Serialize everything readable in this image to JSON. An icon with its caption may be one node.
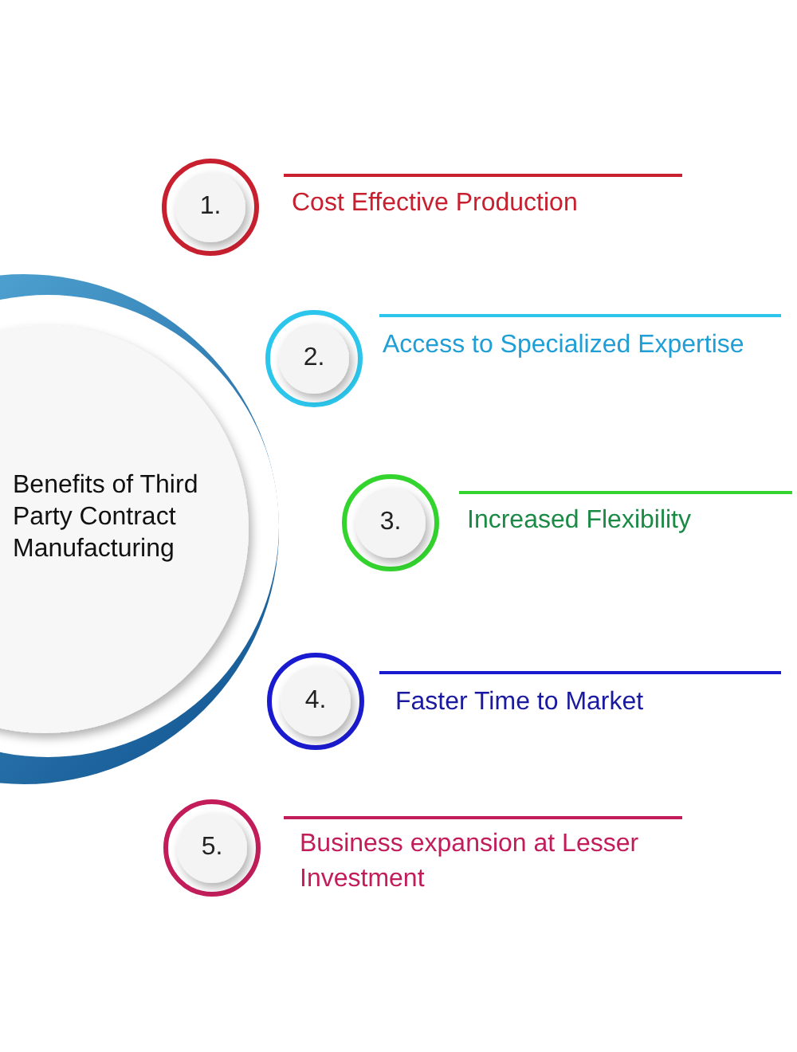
{
  "diagram": {
    "nodes": [
      {
        "text": [
          "Benefits of Third Party Contract Manufacturing"
        ]
      },
      {
        "text": [
          "1."
        ],
        "beside": [
          "Cost Effective Production"
        ]
      },
      {
        "text": [
          "2."
        ],
        "beside": [
          "Access to Specialized Expertise"
        ]
      },
      {
        "text": [
          "3."
        ],
        "beside": [
          "Increased Flexibility"
        ]
      },
      {
        "text": [
          "4."
        ],
        "beside": [
          "Faster Time to Market"
        ]
      },
      {
        "text": [
          "5."
        ],
        "beside": [
          "Business expansion at Lesser Investment"
        ]
      }
    ]
  }
}
